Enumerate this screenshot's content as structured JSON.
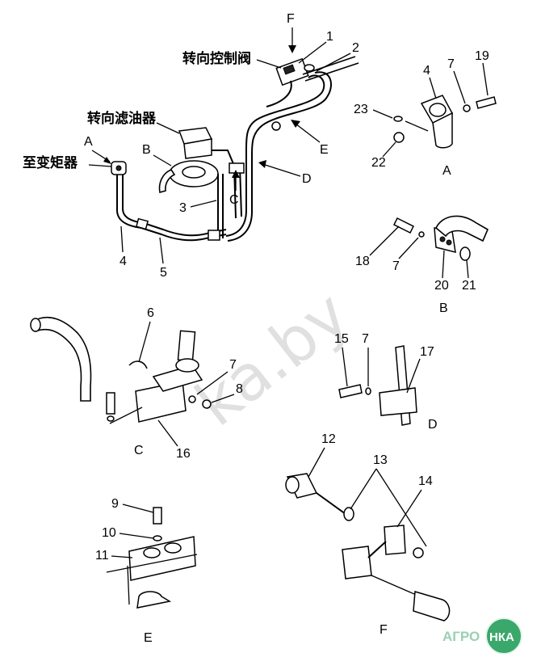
{
  "labels": {
    "steering_control_valve": "转向控制阀",
    "steering_filter": "转向滤油器",
    "to_torque_converter": "至变矩器"
  },
  "view_letters": {
    "A": "A",
    "B": "B",
    "C": "C",
    "D": "D",
    "E": "E",
    "F": "F"
  },
  "part_numbers": {
    "p1": "1",
    "p2": "2",
    "p3": "3",
    "p4": "4",
    "p5": "5",
    "p6": "6",
    "p7": "7",
    "p8": "8",
    "p9": "9",
    "p10": "10",
    "p11": "11",
    "p12": "12",
    "p13": "13",
    "p14": "14",
    "p15": "15",
    "p16": "16",
    "p17": "17",
    "p18": "18",
    "p19": "19",
    "p20": "20",
    "p21": "21",
    "p22": "22",
    "p23": "23"
  },
  "watermark": "ka.by",
  "logo": {
    "left": "АГРО",
    "right": "НКА",
    "accent": "#3aa86b"
  }
}
